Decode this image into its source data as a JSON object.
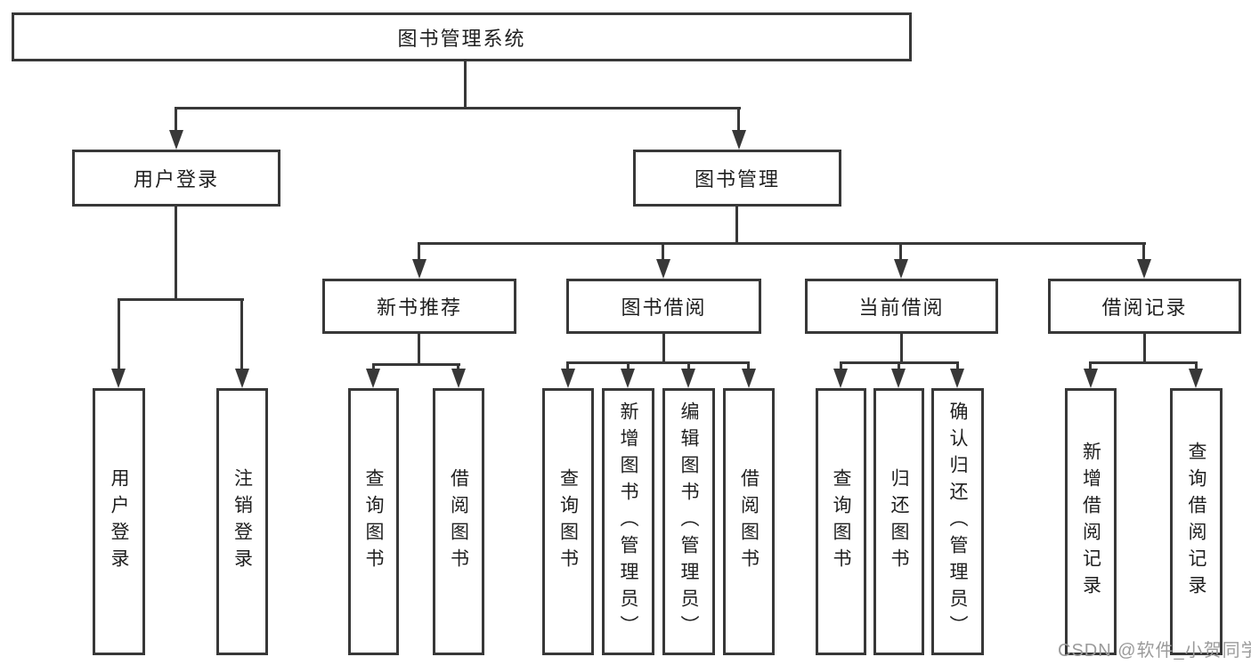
{
  "tree": {
    "root": {
      "label": "图书管理系统",
      "children": [
        {
          "label": "用户登录",
          "children": [
            {
              "label": "用户登录"
            },
            {
              "label": "注销登录"
            }
          ]
        },
        {
          "label": "图书管理",
          "children": [
            {
              "label": "新书推荐",
              "children": [
                {
                  "label": "查询图书"
                },
                {
                  "label": "借阅图书"
                }
              ]
            },
            {
              "label": "图书借阅",
              "children": [
                {
                  "label": "查询图书"
                },
                {
                  "label": "新增图书（管理员）"
                },
                {
                  "label": "编辑图书（管理员）"
                },
                {
                  "label": "借阅图书"
                }
              ]
            },
            {
              "label": "当前借阅",
              "children": [
                {
                  "label": "查询图书"
                },
                {
                  "label": "归还图书"
                },
                {
                  "label": "确认归还（管理员）"
                }
              ]
            },
            {
              "label": "借阅记录",
              "children": [
                {
                  "label": "新增借阅记录"
                },
                {
                  "label": "查询借阅记录"
                }
              ]
            }
          ]
        }
      ]
    }
  },
  "watermark": {
    "text": "CSDN @软件_小贺同学"
  },
  "colors": {
    "line": "#383838",
    "background": "#ffffff",
    "watermark": "#9b9b9b"
  }
}
